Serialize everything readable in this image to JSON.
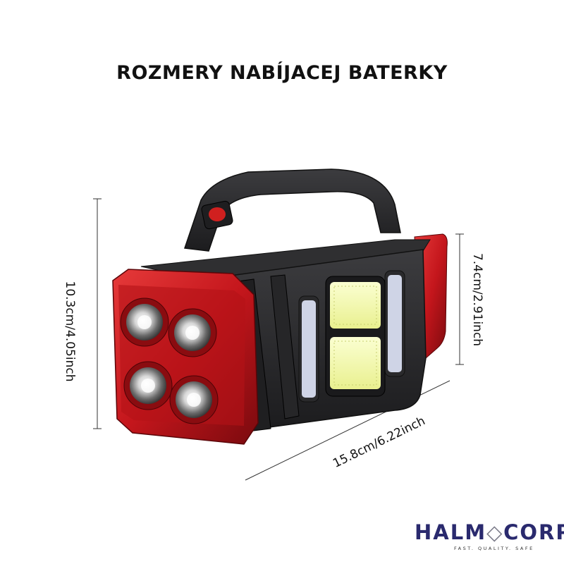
{
  "title": "ROZMERY NABÍJACEJ BATERKY",
  "dimensions": {
    "height": "10.3cm/4.05inch",
    "depth": "7.4cm/2.91inch",
    "length": "15.8cm/6.22inch"
  },
  "brand": {
    "name_left": "HALM",
    "name_right": "CORP",
    "tagline": "FAST. QUALITY. SAFE"
  },
  "colors": {
    "body": "#2b2b2d",
    "accent_red": "#c4161c",
    "led_yellow": "#f3f7b0",
    "brand": "#2a2a6e"
  }
}
